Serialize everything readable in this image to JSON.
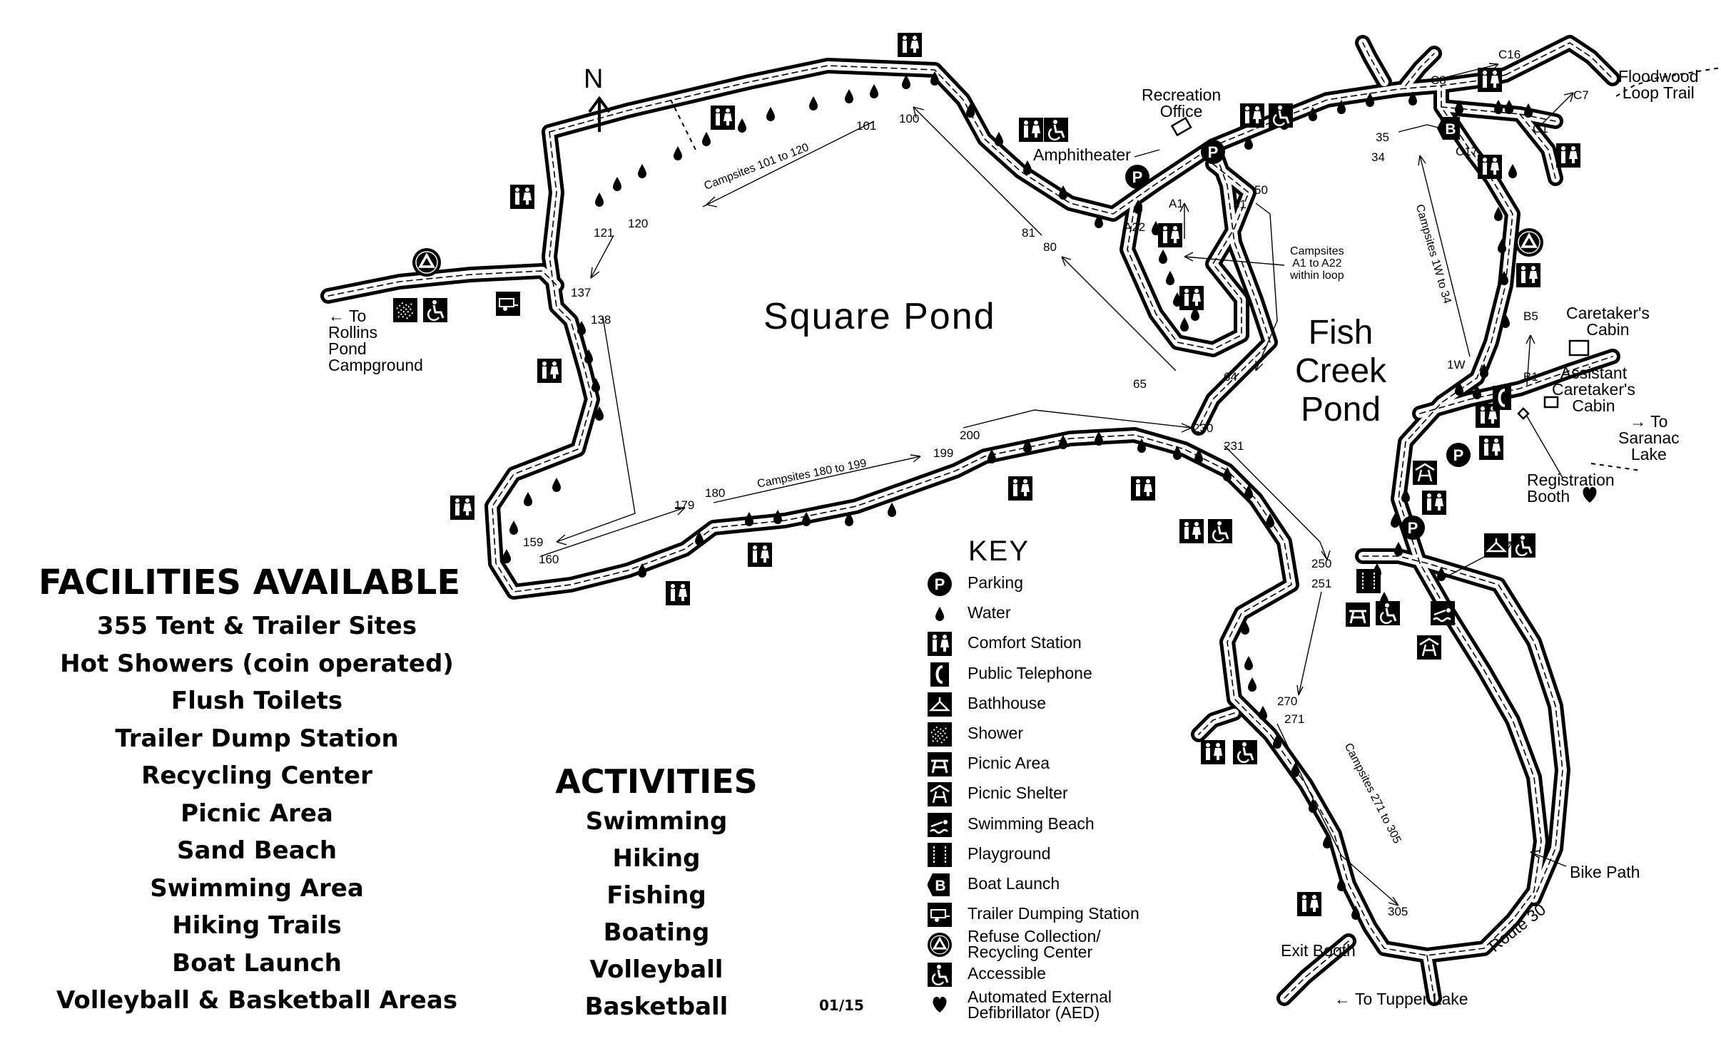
{
  "map": {
    "north": "N",
    "ponds": {
      "square": "Square Pond",
      "fish_creek": "Fish\nCreek\nPond"
    },
    "places": {
      "recreation_office": "Recreation\nOffice",
      "amphitheater": "Amphitheater",
      "to_rollins": "← To\nRollins\nPond\nCampground",
      "floodwood": "Floodwood\nLoop Trail",
      "caretaker": "Caretaker's\nCabin",
      "assistant_caretaker": "Assistant\nCaretaker's\nCabin",
      "to_saranac": "→ To\nSaranac\nLake",
      "registration": "Registration\nBooth",
      "bike_path": "Bike Path",
      "route30": "Route 30",
      "exit_booth": "Exit Booth",
      "to_tupper": "← To Tupper Lake"
    },
    "site_numbers": [
      "100",
      "101",
      "120",
      "121",
      "137",
      "138",
      "159",
      "160",
      "179",
      "180",
      "199",
      "200",
      "230",
      "231",
      "250",
      "251",
      "270",
      "271",
      "305",
      "81",
      "80",
      "65",
      "64",
      "50",
      "51",
      "35",
      "34",
      "1W",
      "A1",
      "A22",
      "C8",
      "C16",
      "C7",
      "C1",
      "C17",
      "B5",
      "B1"
    ],
    "range_labels": {
      "r101_120": "Campsites 101 to 120",
      "r180_199": "Campsites 180 to 199",
      "r1w_34": "Campsites 1W to 34",
      "r271_305": "Campsites 271 to 305",
      "a_loop": "Campsites\nA1 to A22\nwithin loop"
    }
  },
  "facilities": {
    "title": "FACILITIES AVAILABLE",
    "items": [
      "355 Tent & Trailer Sites",
      "Hot Showers (coin operated)",
      "Flush Toilets",
      "Trailer Dump Station",
      "Recycling Center",
      "Picnic Area",
      "Sand Beach",
      "Swimming Area",
      "Hiking Trails",
      "Boat Launch",
      "Volleyball & Basketball Areas"
    ]
  },
  "activities": {
    "title": "ACTIVITIES",
    "items": [
      "Swimming",
      "Hiking",
      "Fishing",
      "Boating",
      "Volleyball",
      "Basketball"
    ]
  },
  "key": {
    "title": "KEY",
    "items": [
      {
        "icon": "parking-icon",
        "label": "Parking"
      },
      {
        "icon": "water-icon",
        "label": "Water"
      },
      {
        "icon": "comfort-station-icon",
        "label": "Comfort Station"
      },
      {
        "icon": "public-telephone-icon",
        "label": "Public Telephone"
      },
      {
        "icon": "bathhouse-icon",
        "label": "Bathhouse"
      },
      {
        "icon": "shower-icon",
        "label": "Shower"
      },
      {
        "icon": "picnic-area-icon",
        "label": "Picnic Area"
      },
      {
        "icon": "picnic-shelter-icon",
        "label": "Picnic Shelter"
      },
      {
        "icon": "swimming-beach-icon",
        "label": "Swimming Beach"
      },
      {
        "icon": "playground-icon",
        "label": "Playground"
      },
      {
        "icon": "boat-launch-icon",
        "label": "Boat Launch"
      },
      {
        "icon": "trailer-dumping-icon",
        "label": "Trailer Dumping Station"
      },
      {
        "icon": "recycling-icon",
        "label": "Refuse Collection/\nRecycling Center"
      },
      {
        "icon": "accessible-icon",
        "label": "Accessible"
      },
      {
        "icon": "aed-heart-icon",
        "label": "Automated External\nDefibrillator (AED)"
      }
    ]
  },
  "date_code": "01/15"
}
